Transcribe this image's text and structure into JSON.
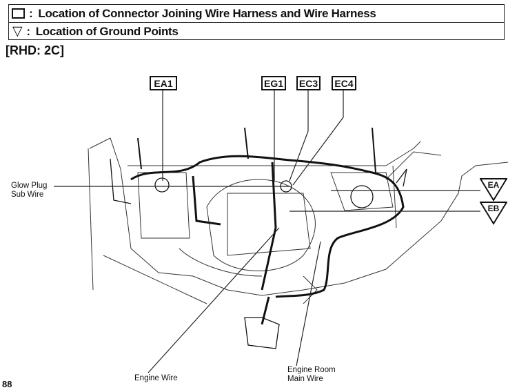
{
  "legend": {
    "connector_symbol": "square-box",
    "connector_text": "Location of Connector Joining Wire Harness and Wire Harness",
    "ground_symbol": "triangle-down",
    "ground_text": "Location of Ground Points",
    "separator": ":"
  },
  "variant_label": "[RHD: 2C]",
  "connectors": [
    "EA1",
    "EG1",
    "EC3",
    "EC4"
  ],
  "ground_points": [
    "EA",
    "EB"
  ],
  "wire_labels": {
    "glow_plug_sub_wire": [
      "Glow Plug",
      "Sub Wire"
    ],
    "engine_wire": "Engine Wire",
    "engine_room_main_wire": [
      "Engine Room",
      "Main Wire"
    ]
  },
  "page_number": "88"
}
